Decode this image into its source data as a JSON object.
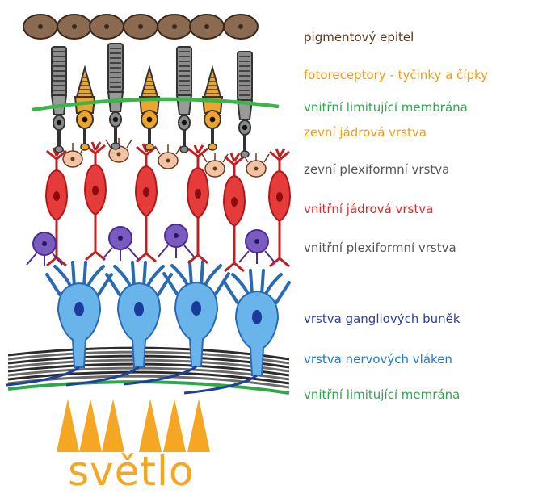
{
  "colors": {
    "epithelium": "#8a6b52",
    "rod": "#8c8c8c",
    "cone": "#f0a52a",
    "limiting_membrane": "#3cb44a",
    "bipolar": "#e03a3a",
    "horizontal": "#f3c4a4",
    "amacrine": "#7a5cc0",
    "ganglion": "#6ab4ec",
    "nucleus": "#1c3a9a",
    "fiber": "#4a4a4a",
    "light": "#f5a623"
  },
  "layers": [
    {
      "id": "pigment",
      "text": "pigmentový epitel",
      "color": "#5a3a1a"
    },
    {
      "id": "photoreceptors",
      "text": "fotoreceptory - tyčinky a čípky",
      "color": "#f39c12"
    },
    {
      "id": "outer-limiting",
      "text": "vnitřní limitující membrána",
      "color": "#2fa84a"
    },
    {
      "id": "outer-nuclear",
      "text": "zevní jádrová vrstva",
      "color": "#f39c12"
    },
    {
      "id": "outer-plexiform",
      "text": "zevní plexiformní vrstva",
      "color": "#555555"
    },
    {
      "id": "inner-nuclear",
      "text": "vnitřní jádrová vrstva",
      "color": "#e02828"
    },
    {
      "id": "inner-plexiform",
      "text": "vnitřní plexiformní vrstva",
      "color": "#555555"
    },
    {
      "id": "ganglion",
      "text": "vrstva gangliových buněk",
      "color": "#2a3fa0"
    },
    {
      "id": "nerve-fiber",
      "text": "vrstva nervových vláken",
      "color": "#1e7ac8"
    },
    {
      "id": "inner-limiting",
      "text": "vnitřní limitující memrána",
      "color": "#2fa84a"
    }
  ],
  "light": {
    "text": "světlo",
    "color": "#f5a623"
  }
}
